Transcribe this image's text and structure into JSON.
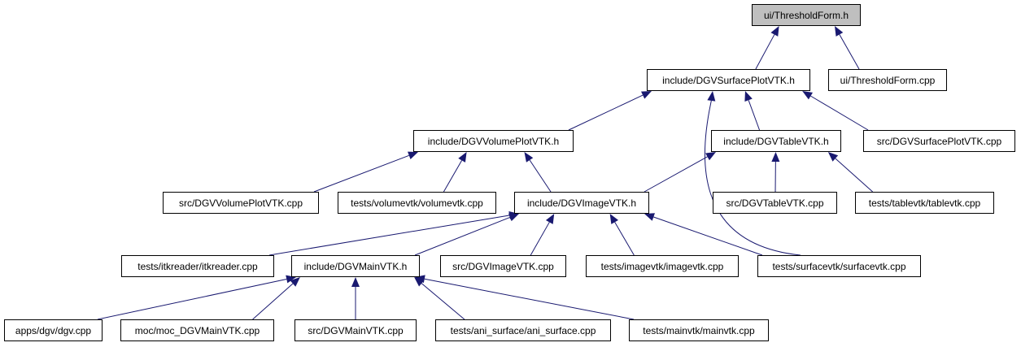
{
  "diagram": {
    "root": "n0",
    "colors": {
      "edge": "#191970",
      "root_fill": "#bfbfbf",
      "node_fill": "#ffffff",
      "border": "#000000"
    },
    "nodes": [
      {
        "id": "n0",
        "label": "ui/ThresholdForm.h"
      },
      {
        "id": "n1",
        "label": "include/DGVSurfacePlotVTK.h"
      },
      {
        "id": "n2",
        "label": "ui/ThresholdForm.cpp"
      },
      {
        "id": "n3",
        "label": "include/DGVVolumePlotVTK.h"
      },
      {
        "id": "n4",
        "label": "include/DGVTableVTK.h"
      },
      {
        "id": "n5",
        "label": "src/DGVSurfacePlotVTK.cpp"
      },
      {
        "id": "n6",
        "label": "src/DGVVolumePlotVTK.cpp"
      },
      {
        "id": "n7",
        "label": "tests/volumevtk/volumevtk.cpp"
      },
      {
        "id": "n8",
        "label": "include/DGVImageVTK.h"
      },
      {
        "id": "n9",
        "label": "src/DGVTableVTK.cpp"
      },
      {
        "id": "n10",
        "label": "tests/tablevtk/tablevtk.cpp"
      },
      {
        "id": "n11",
        "label": "tests/itkreader/itkreader.cpp"
      },
      {
        "id": "n12",
        "label": "include/DGVMainVTK.h"
      },
      {
        "id": "n13",
        "label": "src/DGVImageVTK.cpp"
      },
      {
        "id": "n14",
        "label": "tests/imagevtk/imagevtk.cpp"
      },
      {
        "id": "n15",
        "label": "tests/surfacevtk/surfacevtk.cpp"
      },
      {
        "id": "n16",
        "label": "apps/dgv/dgv.cpp"
      },
      {
        "id": "n17",
        "label": "moc/moc_DGVMainVTK.cpp"
      },
      {
        "id": "n18",
        "label": "src/DGVMainVTK.cpp"
      },
      {
        "id": "n19",
        "label": "tests/ani_surface/ani_surface.cpp"
      },
      {
        "id": "n20",
        "label": "tests/mainvtk/mainvtk.cpp"
      }
    ],
    "edges": [
      {
        "from": "n1",
        "to": "n0"
      },
      {
        "from": "n2",
        "to": "n0"
      },
      {
        "from": "n3",
        "to": "n1"
      },
      {
        "from": "n4",
        "to": "n1"
      },
      {
        "from": "n5",
        "to": "n1"
      },
      {
        "from": "n15",
        "to": "n1"
      },
      {
        "from": "n6",
        "to": "n3"
      },
      {
        "from": "n7",
        "to": "n3"
      },
      {
        "from": "n8",
        "to": "n3"
      },
      {
        "from": "n8",
        "to": "n4"
      },
      {
        "from": "n9",
        "to": "n4"
      },
      {
        "from": "n10",
        "to": "n4"
      },
      {
        "from": "n11",
        "to": "n8"
      },
      {
        "from": "n12",
        "to": "n8"
      },
      {
        "from": "n13",
        "to": "n8"
      },
      {
        "from": "n14",
        "to": "n8"
      },
      {
        "from": "n15",
        "to": "n8"
      },
      {
        "from": "n16",
        "to": "n12"
      },
      {
        "from": "n17",
        "to": "n12"
      },
      {
        "from": "n18",
        "to": "n12"
      },
      {
        "from": "n19",
        "to": "n12"
      },
      {
        "from": "n20",
        "to": "n12"
      }
    ]
  }
}
